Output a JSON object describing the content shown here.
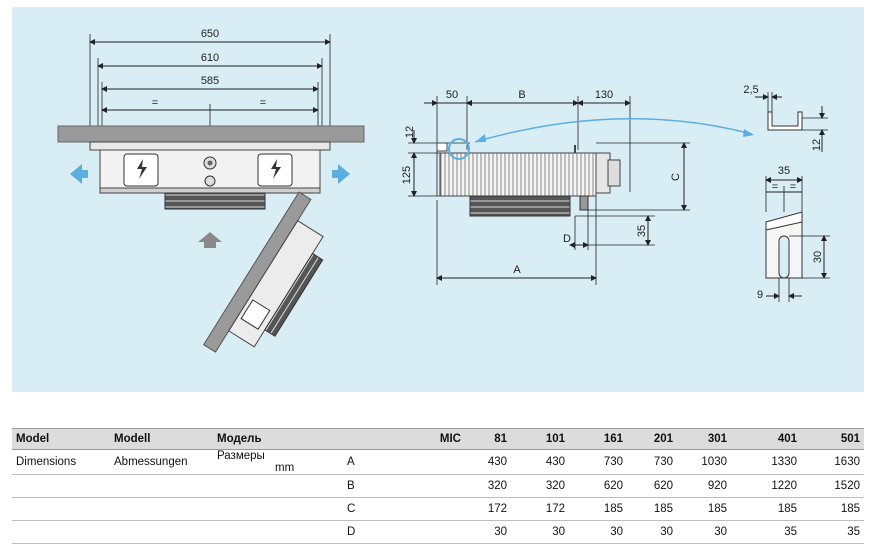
{
  "drawing": {
    "front_view": {
      "dim_650": "650",
      "dim_610": "610",
      "dim_585": "585",
      "equal_left": "=",
      "equal_right": "="
    },
    "side_view": {
      "dim_50": "50",
      "dim_B": "B",
      "dim_130": "130",
      "dim_12": "12",
      "dim_125": "125",
      "dim_C": "C",
      "dim_D": "D",
      "dim_35": "35",
      "dim_A": "A"
    },
    "bracket_detail": {
      "dim_2_5": "2,5",
      "dim_12": "12",
      "dim_35": "35",
      "equal_left": "=",
      "equal_right": "=",
      "dim_30": "30",
      "dim_9": "9"
    },
    "colors": {
      "background": "#d9edf5",
      "arrow": "#5aaee0",
      "ceiling": "#9a9a9a"
    }
  },
  "table": {
    "header": {
      "col1": "Model",
      "col2": "Modell",
      "col3": "Модель",
      "mic": "MIC",
      "models": [
        "81",
        "101",
        "161",
        "201",
        "301",
        "401",
        "501"
      ]
    },
    "dimensions_row": {
      "en": "Dimensions",
      "de": "Abmessungen",
      "ru": "Размеры",
      "unit": "mm"
    },
    "rows": [
      {
        "letter": "A",
        "values": [
          "430",
          "430",
          "730",
          "730",
          "1030",
          "1330",
          "1630"
        ]
      },
      {
        "letter": "B",
        "values": [
          "320",
          "320",
          "620",
          "620",
          "920",
          "1220",
          "1520"
        ]
      },
      {
        "letter": "C",
        "values": [
          "172",
          "172",
          "185",
          "185",
          "185",
          "185",
          "185"
        ]
      },
      {
        "letter": "D",
        "values": [
          "30",
          "30",
          "30",
          "30",
          "30",
          "35",
          "35"
        ]
      }
    ]
  }
}
